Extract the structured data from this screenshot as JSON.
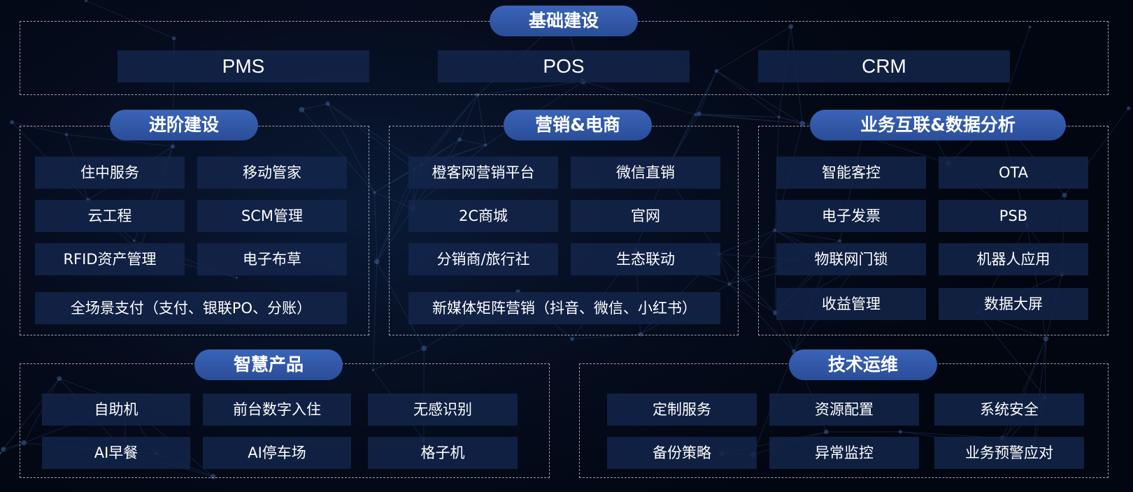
{
  "colors": {
    "background": "#020611",
    "pill": "#2e56a6",
    "tile": "#14264c",
    "border": "#9aa3b2",
    "text": "#ffffff"
  },
  "foundation": {
    "title": "基础建设",
    "items": [
      "PMS",
      "POS",
      "CRM"
    ]
  },
  "advanced": {
    "title": "进阶建设",
    "items": [
      "住中服务",
      "移动管家",
      "云工程",
      "SCM管理",
      "RFID资产管理",
      "电子布草",
      "全场景支付（支付、银联PO、分账）"
    ]
  },
  "marketing": {
    "title": "营销&电商",
    "items": [
      "橙客网营销平台",
      "微信直销",
      "2C商城",
      "官网",
      "分销商/旅行社",
      "生态联动",
      "新媒体矩阵营销（抖音、微信、小红书）"
    ]
  },
  "business": {
    "title": "业务互联&数据分析",
    "items": [
      "智能客控",
      "OTA",
      "电子发票",
      "PSB",
      "物联网门锁",
      "机器人应用",
      "收益管理",
      "数据大屏"
    ]
  },
  "smart": {
    "title": "智慧产品",
    "items": [
      "自助机",
      "前台数字入住",
      "无感识别",
      "AI早餐",
      "AI停车场",
      "格子机"
    ]
  },
  "ops": {
    "title": "技术运维",
    "items": [
      "定制服务",
      "资源配置",
      "系统安全",
      "备份策略",
      "异常监控",
      "业务预警应对"
    ]
  }
}
